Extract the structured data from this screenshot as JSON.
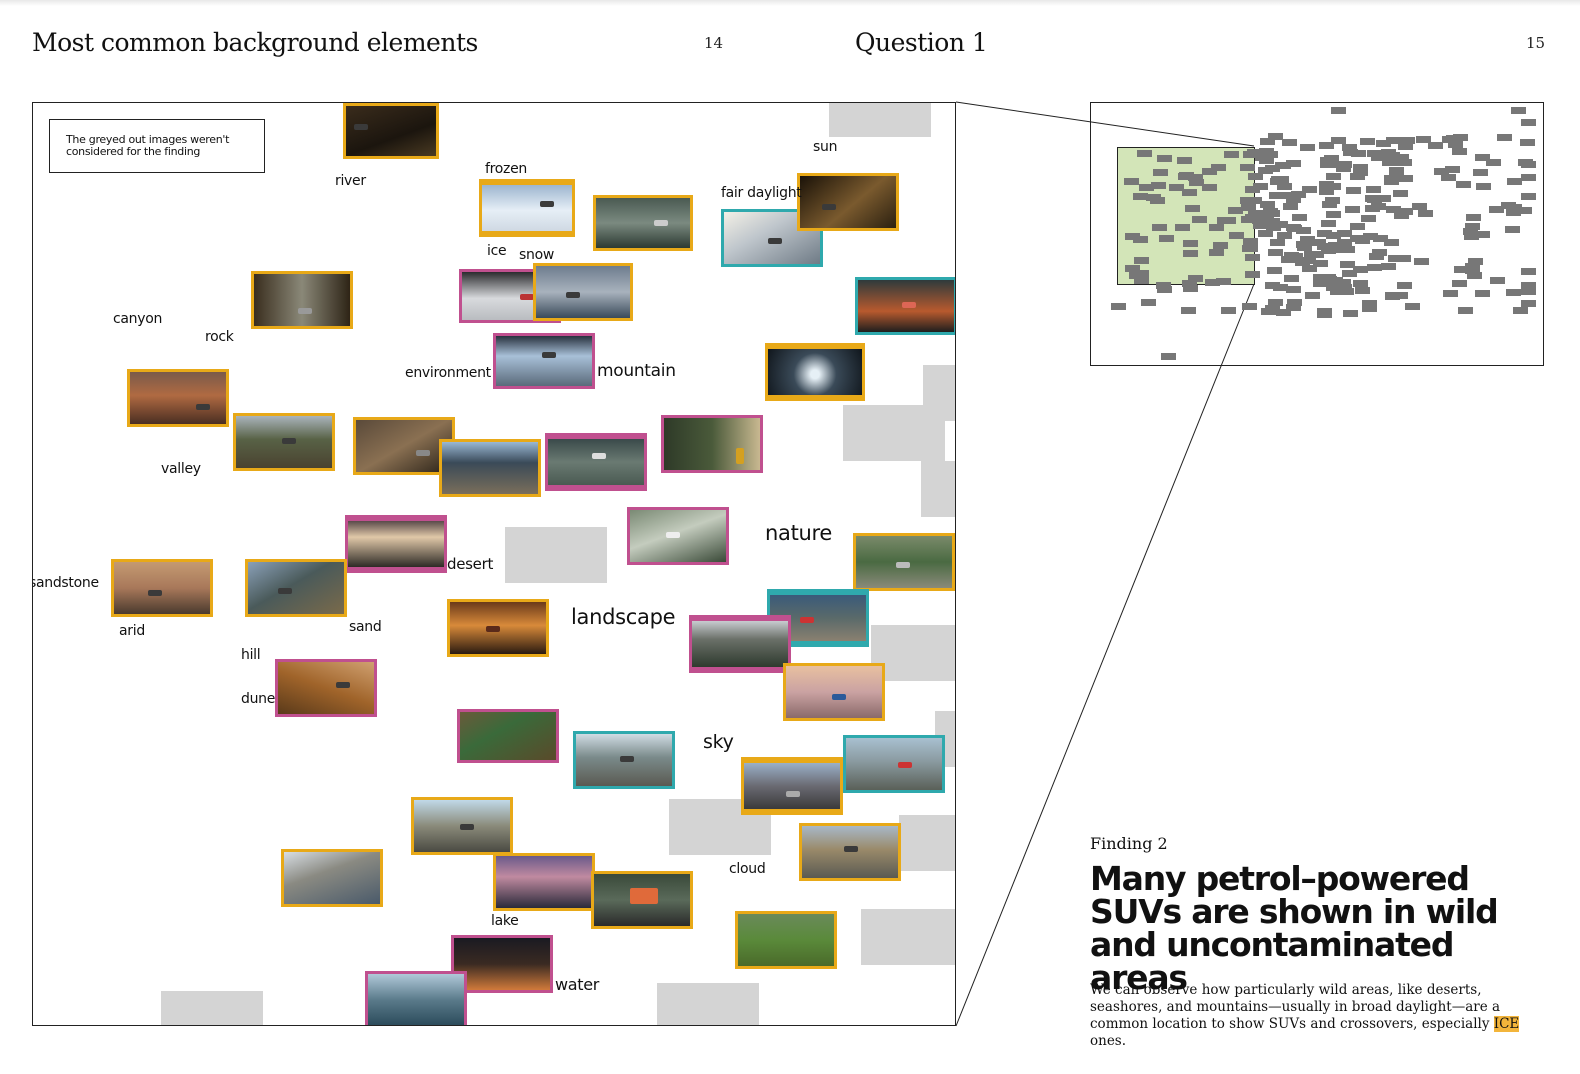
{
  "left_page": {
    "title": "Most common background elements",
    "page_number": "14",
    "note": "The greyed out images weren't considered for the finding",
    "labels": [
      "river",
      "frozen",
      "sun",
      "fair daylight",
      "ice",
      "snow",
      "canyon",
      "rock",
      "environment",
      "mountain",
      "valley",
      "nature",
      "desert",
      "sandstone",
      "arid",
      "sand",
      "landscape",
      "hill",
      "dune",
      "sky",
      "cloud",
      "lake",
      "water"
    ]
  },
  "right_page": {
    "title": "Question 1",
    "page_number": "15",
    "finding_label": "Finding 2",
    "headline": "Many petrol–powered SUVs are shown in wild and uncontaminated areas",
    "body_before": "We can observe how particularly wild areas, like deserts, seashores, and mountains—usually in broad daylight—are a common location to show SUVs and crossovers, especially ",
    "body_highlight": "ICE",
    "body_after": " ones."
  },
  "colors": {
    "border_yellow": "#e8a918",
    "border_pink": "#c0508f",
    "border_teal": "#2fa9ad",
    "excluded_grey": "#d4d4d4",
    "highlight_green": "#d3e5b8",
    "highlight_ice": "#f3b53b"
  }
}
